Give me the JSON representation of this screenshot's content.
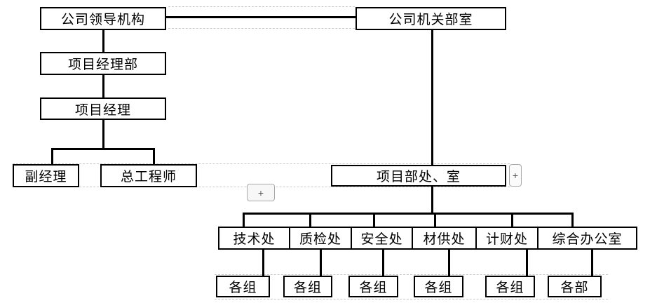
{
  "nodes": {
    "company_leadership": "公司领导机构",
    "company_office": "公司机关部室",
    "project_manager_dept": "项目经理部",
    "project_manager": "项目经理",
    "deputy_manager": "副经理",
    "chief_engineer": "总工程师",
    "project_dept_offices": "项目部处、室",
    "departments": [
      "技术处",
      "质检处",
      "安全处",
      "材供处",
      "计财处",
      "综合办公室"
    ],
    "subunits": [
      "各组",
      "各组",
      "各组",
      "各组",
      "各组",
      "各部"
    ]
  },
  "controls": {
    "expand_button_left": "+",
    "expand_button_right": "+"
  },
  "colors": {
    "connector_line": "#000000",
    "grid_dash": "#c9c9c9",
    "background": "#ffffff"
  }
}
